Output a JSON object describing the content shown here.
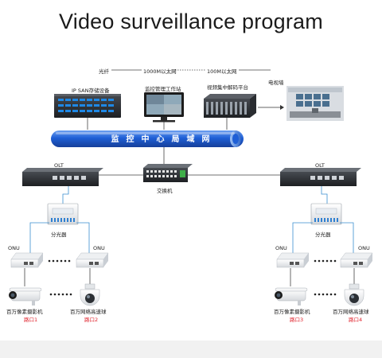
{
  "title": "Video surveillance program",
  "top_links": {
    "fiber": "光纤",
    "eth1000": "1000M以太网",
    "eth100": "100M以太网"
  },
  "devices": {
    "ip_san": "IP SAN存储设备",
    "workstation": "监控管理工作站",
    "decoder": "视频集中解码平台",
    "tv_wall": "电视墙"
  },
  "lan_bar": "监控中心局域网",
  "switch": "交换机",
  "left": {
    "olt": "OLT",
    "splitter": "分光器",
    "onu_a": "ONU",
    "onu_b": "ONU",
    "camera": "百万像素摄影机",
    "dome": "百万网络高速球",
    "road_a": "路口1",
    "road_b": "路口2"
  },
  "right": {
    "olt": "OLT",
    "splitter": "分光器",
    "onu_a": "ONU",
    "onu_b": "ONU",
    "camera": "百万像素摄影机",
    "dome": "百万网络高速球",
    "road_a": "路口3",
    "road_b": "路口4"
  },
  "colors": {
    "lan_bar": "#1f5fd6",
    "fiber_link": "#3a8fd0",
    "road_label": "#e0202a",
    "device_dark": "#2a2d31"
  }
}
